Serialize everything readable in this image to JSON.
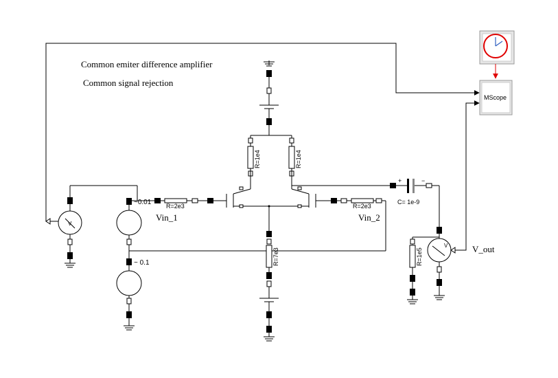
{
  "diagram": {
    "title_line1": "Common emiter difference amplifier",
    "title_line2": "Common signal rejection",
    "components": {
      "r_top_left": "R=1e4",
      "r_top_right": "R=1e4",
      "r_in_left": "R=2e3",
      "r_in_right": "R=2e3",
      "r_emitter": "R=7e3",
      "r_load": "R=1e5",
      "capacitor": "C= 1e-9",
      "cap_plus": "+",
      "cap_minus": "−",
      "src1_value": "~0.01",
      "src2_value": "~ 0.1",
      "vin1": "Vin_1",
      "vin2": "Vin_2",
      "vout": "V_out",
      "scope": "MScope",
      "voltmeter_symbol": "V"
    }
  }
}
